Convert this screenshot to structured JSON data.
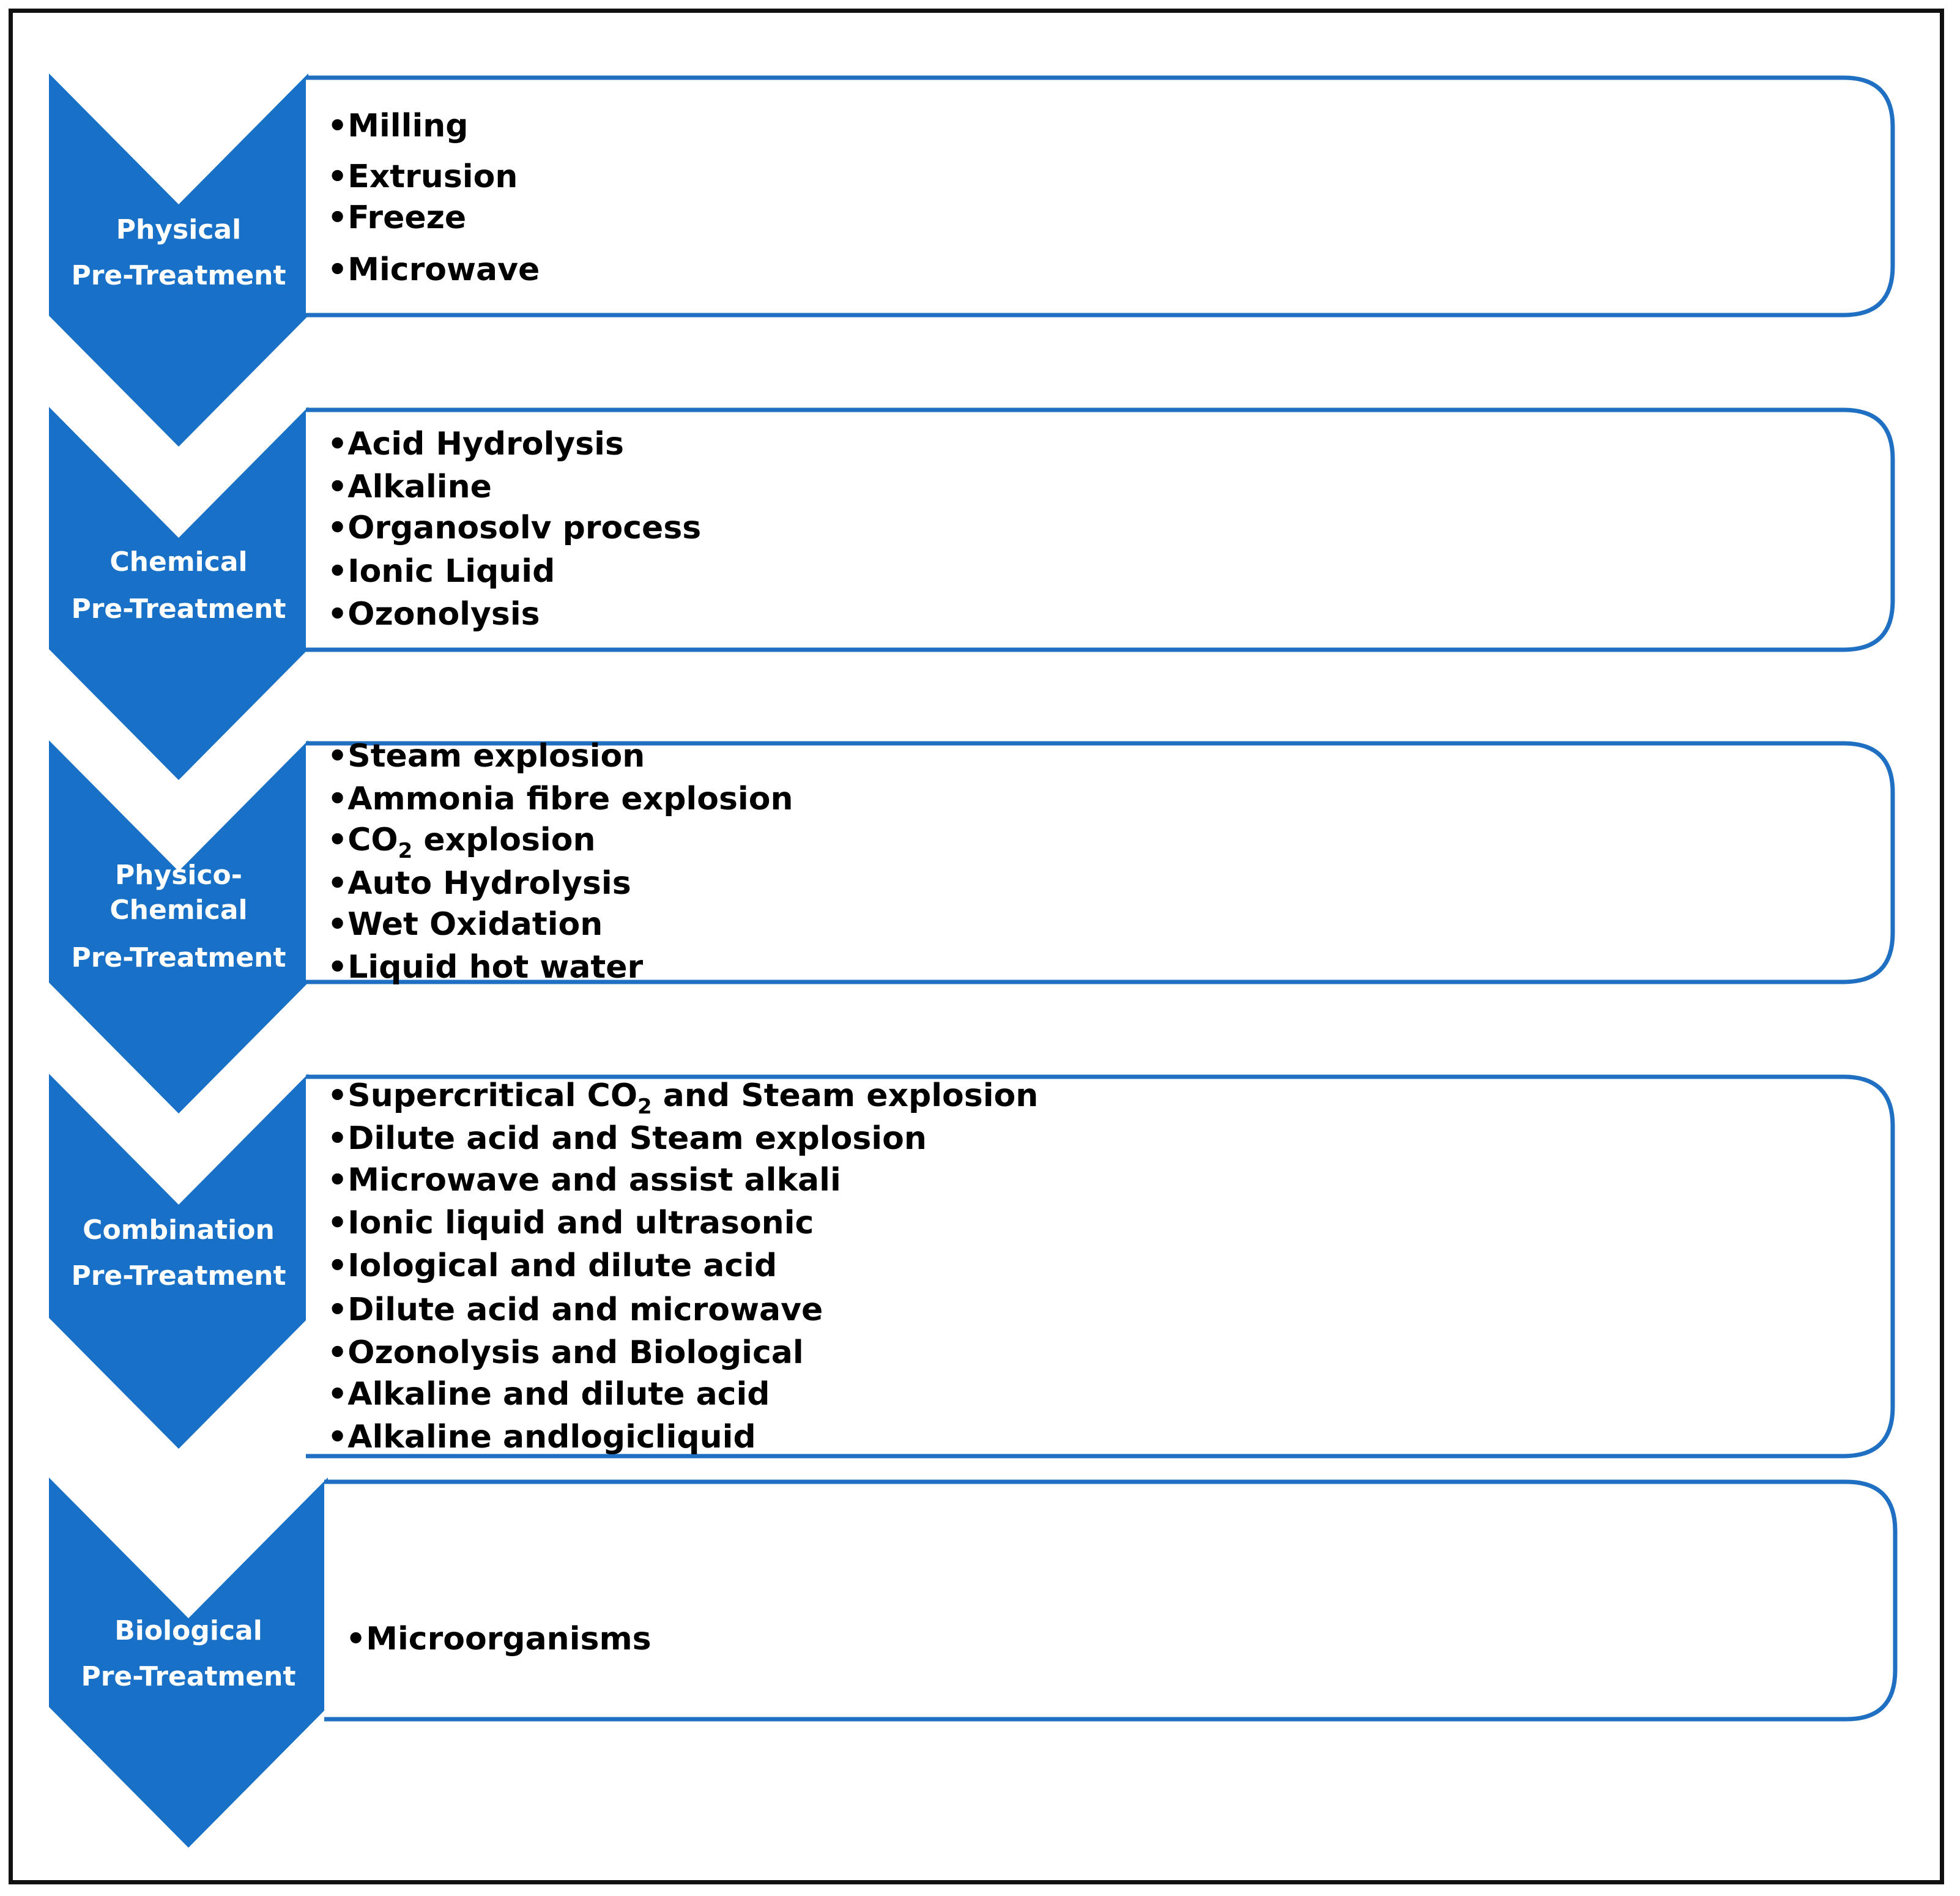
{
  "colors": {
    "chevron_fill": "#1871c6",
    "box_border": "#1f6fc2",
    "frame_border": "#111111"
  },
  "stages": [
    {
      "label_lines": [
        "Physical",
        "Pre-Treatment"
      ],
      "items": [
        "Milling",
        "Extrusion",
        "Freeze",
        "Microwave"
      ]
    },
    {
      "label_lines": [
        "Chemical",
        "Pre-Treatment"
      ],
      "items": [
        "Acid Hydrolysis",
        "Alkaline",
        "Organosolv process",
        "Ionic Liquid",
        "Ozonolysis"
      ]
    },
    {
      "label_lines": [
        "Physico-",
        "Chemical",
        "Pre-Treatment"
      ],
      "items": [
        "Steam explosion",
        "Ammonia fibre explosion",
        "CO₂ explosion",
        "Auto Hydrolysis",
        "Wet Oxidation",
        "Liquid hot water"
      ]
    },
    {
      "label_lines": [
        "Combination",
        "Pre-Treatment"
      ],
      "items": [
        "Supercritical CO₂ and Steam explosion",
        "Dilute acid and Steam explosion",
        "Microwave and assist alkali",
        "Ionic liquid and ultrasonic",
        "Iological and dilute acid",
        "Dilute acid and microwave",
        "Ozonolysis and Biological",
        "Alkaline and dilute acid",
        "Alkaline andlogicliquid"
      ]
    },
    {
      "label_lines": [
        "Biological",
        "Pre-Treatment"
      ],
      "items": [
        "Microorganisms"
      ]
    }
  ]
}
